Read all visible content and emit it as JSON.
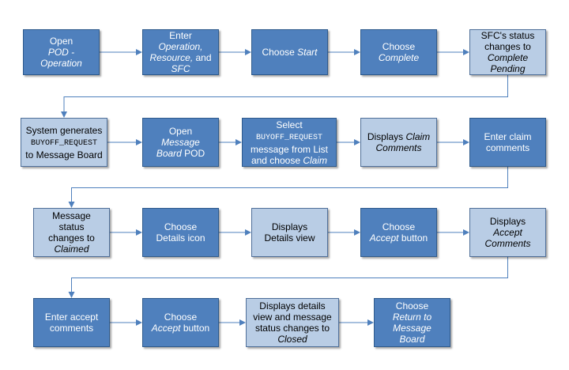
{
  "colors": {
    "dark_box": "#4f80bd",
    "light_box": "#b9cde5",
    "connector": "#4f80bd"
  },
  "steps": [
    {
      "id": "s1",
      "style": "dark",
      "parts": [
        [
          "Open",
          ""
        ],
        [
          "\n",
          ""
        ],
        [
          "POD - Operation",
          "i"
        ]
      ]
    },
    {
      "id": "s2",
      "style": "dark",
      "parts": [
        [
          "Enter",
          ""
        ],
        [
          "\n",
          ""
        ],
        [
          "Operation,",
          "i"
        ],
        [
          "\n",
          ""
        ],
        [
          "Resource,",
          "i"
        ],
        [
          " and",
          ""
        ],
        [
          "\n",
          ""
        ],
        [
          "SFC",
          "i"
        ]
      ]
    },
    {
      "id": "s3",
      "style": "dark",
      "parts": [
        [
          "Choose ",
          ""
        ],
        [
          "Start",
          "i"
        ]
      ]
    },
    {
      "id": "s4",
      "style": "dark",
      "parts": [
        [
          "Choose",
          ""
        ],
        [
          "\n",
          ""
        ],
        [
          "Complete",
          "i"
        ]
      ]
    },
    {
      "id": "s5",
      "style": "light",
      "parts": [
        [
          "SFC's status",
          ""
        ],
        [
          "\n",
          ""
        ],
        [
          "changes to",
          ""
        ],
        [
          "\n",
          ""
        ],
        [
          "Complete",
          "i"
        ],
        [
          "\n",
          ""
        ],
        [
          "Pending",
          "i"
        ]
      ]
    },
    {
      "id": "s6",
      "style": "light",
      "parts": [
        [
          "System generates",
          ""
        ],
        [
          "\n",
          ""
        ],
        [
          "BUYOFF_REQUEST",
          "m"
        ],
        [
          "\n",
          ""
        ],
        [
          "to Message Board",
          ""
        ]
      ]
    },
    {
      "id": "s7",
      "style": "dark",
      "parts": [
        [
          "Open",
          ""
        ],
        [
          "\n",
          ""
        ],
        [
          "Message",
          "i"
        ],
        [
          "\n",
          ""
        ],
        [
          "Board",
          "i"
        ],
        [
          " POD",
          ""
        ]
      ]
    },
    {
      "id": "s8",
      "style": "dark",
      "parts": [
        [
          "Select",
          ""
        ],
        [
          "\n",
          ""
        ],
        [
          "BUYOFF_REQUEST",
          "m"
        ],
        [
          "\n",
          ""
        ],
        [
          "message from List",
          ""
        ],
        [
          "\n",
          ""
        ],
        [
          "and choose ",
          ""
        ],
        [
          "Claim",
          "i"
        ]
      ]
    },
    {
      "id": "s9",
      "style": "light",
      "parts": [
        [
          "Displays ",
          ""
        ],
        [
          "Claim",
          "i"
        ],
        [
          "\n",
          ""
        ],
        [
          "Comments",
          "i"
        ]
      ]
    },
    {
      "id": "s10",
      "style": "dark",
      "parts": [
        [
          "Enter claim",
          ""
        ],
        [
          "\n",
          ""
        ],
        [
          "comments",
          ""
        ]
      ]
    },
    {
      "id": "s11",
      "style": "light",
      "parts": [
        [
          "Message",
          ""
        ],
        [
          "\n",
          ""
        ],
        [
          "status",
          ""
        ],
        [
          "\n",
          ""
        ],
        [
          "changes to",
          ""
        ],
        [
          "\n",
          ""
        ],
        [
          "Claimed",
          "i"
        ]
      ]
    },
    {
      "id": "s12",
      "style": "dark",
      "parts": [
        [
          "Choose",
          ""
        ],
        [
          "\n",
          ""
        ],
        [
          "Details icon",
          ""
        ]
      ]
    },
    {
      "id": "s13",
      "style": "light",
      "parts": [
        [
          "Displays",
          ""
        ],
        [
          "\n",
          ""
        ],
        [
          "Details view",
          ""
        ]
      ]
    },
    {
      "id": "s14",
      "style": "dark",
      "parts": [
        [
          "Choose",
          ""
        ],
        [
          "\n",
          ""
        ],
        [
          "Accept",
          "i"
        ],
        [
          " button",
          ""
        ]
      ]
    },
    {
      "id": "s15",
      "style": "light",
      "parts": [
        [
          "Displays",
          ""
        ],
        [
          "\n",
          ""
        ],
        [
          "Accept",
          "i"
        ],
        [
          "\n",
          ""
        ],
        [
          "Comments",
          "i"
        ]
      ]
    },
    {
      "id": "s16",
      "style": "dark",
      "parts": [
        [
          "Enter accept",
          ""
        ],
        [
          "\n",
          ""
        ],
        [
          "comments",
          ""
        ]
      ]
    },
    {
      "id": "s17",
      "style": "dark",
      "parts": [
        [
          "Choose",
          ""
        ],
        [
          "\n",
          ""
        ],
        [
          "Accept",
          "i"
        ],
        [
          " button",
          ""
        ]
      ]
    },
    {
      "id": "s18",
      "style": "light",
      "parts": [
        [
          "Displays details",
          ""
        ],
        [
          "\n",
          ""
        ],
        [
          "view and message",
          ""
        ],
        [
          "\n",
          ""
        ],
        [
          "status changes to",
          ""
        ],
        [
          "\n",
          ""
        ],
        [
          "Closed",
          "i"
        ]
      ]
    },
    {
      "id": "s19",
      "style": "dark",
      "parts": [
        [
          "Choose",
          ""
        ],
        [
          "\n",
          ""
        ],
        [
          "Return to",
          "i"
        ],
        [
          "\n",
          ""
        ],
        [
          "Message",
          "i"
        ],
        [
          "\n",
          ""
        ],
        [
          "Board",
          "i"
        ]
      ]
    }
  ],
  "connections": [
    [
      "s1",
      "s2"
    ],
    [
      "s2",
      "s3"
    ],
    [
      "s3",
      "s4"
    ],
    [
      "s4",
      "s5"
    ],
    [
      "s5",
      "s6"
    ],
    [
      "s6",
      "s7"
    ],
    [
      "s7",
      "s8"
    ],
    [
      "s8",
      "s9"
    ],
    [
      "s9",
      "s10"
    ],
    [
      "s10",
      "s11"
    ],
    [
      "s11",
      "s12"
    ],
    [
      "s12",
      "s13"
    ],
    [
      "s13",
      "s14"
    ],
    [
      "s14",
      "s15"
    ],
    [
      "s15",
      "s16"
    ],
    [
      "s16",
      "s17"
    ],
    [
      "s17",
      "s18"
    ],
    [
      "s18",
      "s19"
    ]
  ]
}
